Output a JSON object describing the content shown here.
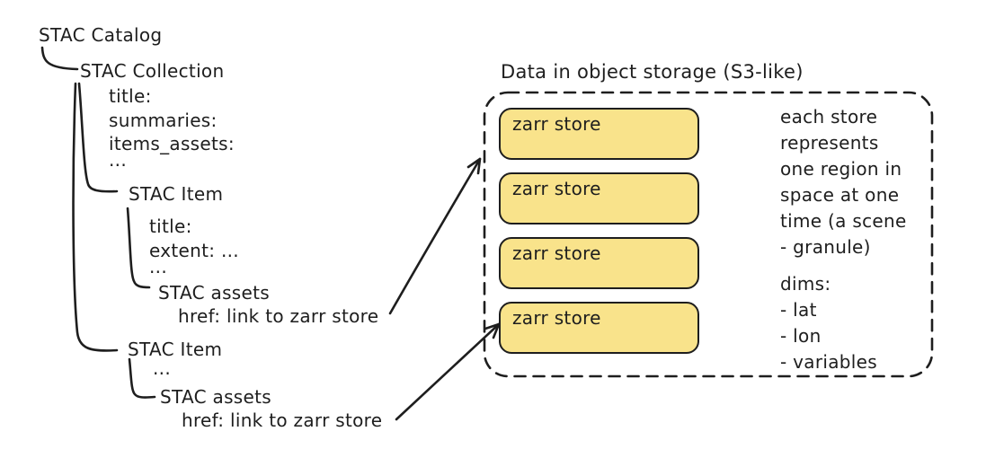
{
  "tree": {
    "catalog_label": "STAC Catalog",
    "collection": {
      "label": "STAC Collection",
      "field_title": "title:",
      "field_summaries": "summaries:",
      "field_items_assets": "items_assets:",
      "field_ellipsis": "..."
    },
    "item1": {
      "label": "STAC Item",
      "field_title": "title:",
      "field_extent": "extent: ...",
      "field_ellipsis": "...",
      "assets_label": "STAC assets",
      "href_label": "href: link to zarr store"
    },
    "item2": {
      "label": "STAC Item",
      "field_ellipsis": "...",
      "assets_label": "STAC assets",
      "href_label": "href: link to zarr store"
    }
  },
  "storage": {
    "title": "Data in object storage (S3-like)",
    "stores": [
      {
        "label": "zarr store"
      },
      {
        "label": "zarr store"
      },
      {
        "label": "zarr store"
      },
      {
        "label": "zarr store"
      }
    ],
    "note_store": "each store\nrepresents\none region in\nspace at one\ntime (a scene\n- granule)",
    "note_dims": "dims:\n- lat\n- lon\n- variables"
  },
  "colors": {
    "ink": "#1e1e1e",
    "store_fill": "#f9e38b",
    "background": "#ffffff"
  }
}
